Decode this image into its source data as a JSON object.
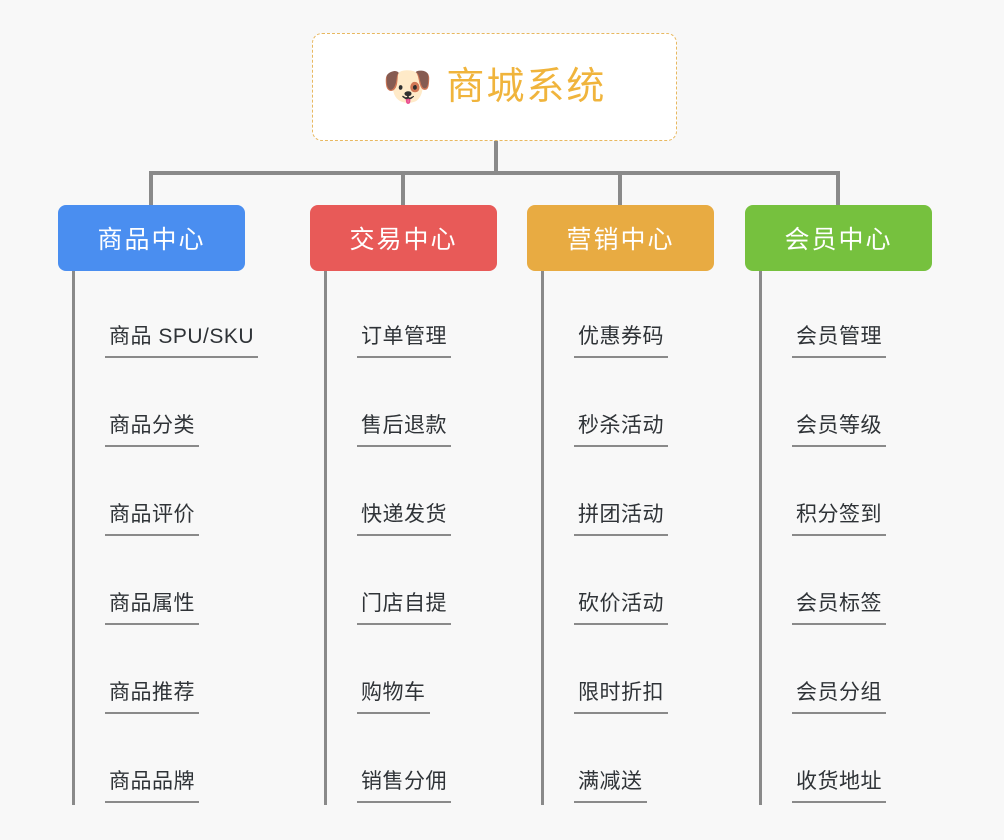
{
  "root": {
    "icon": "shiba-dog-face-icon",
    "emoji": "🐶",
    "title": "商城系统",
    "title_color": "#f0b43c",
    "border_color": "#e8b860",
    "background": "#ffffff"
  },
  "canvas": {
    "background": "#f8f8f8",
    "connector_color": "#8a8a8a"
  },
  "branches": [
    {
      "label": "商品中心",
      "color": "#4a8ef0",
      "items": [
        "商品 SPU/SKU",
        "商品分类",
        "商品评价",
        "商品属性",
        "商品推荐",
        "商品品牌"
      ]
    },
    {
      "label": "交易中心",
      "color": "#e85a58",
      "items": [
        "订单管理",
        "售后退款",
        "快递发货",
        "门店自提",
        "购物车",
        "销售分佣"
      ]
    },
    {
      "label": "营销中心",
      "color": "#e8ab42",
      "items": [
        "优惠券码",
        "秒杀活动",
        "拼团活动",
        "砍价活动",
        "限时折扣",
        "满减送"
      ]
    },
    {
      "label": "会员中心",
      "color": "#76c13e",
      "items": [
        "会员管理",
        "会员等级",
        "积分签到",
        "会员标签",
        "会员分组",
        "收货地址"
      ]
    }
  ]
}
